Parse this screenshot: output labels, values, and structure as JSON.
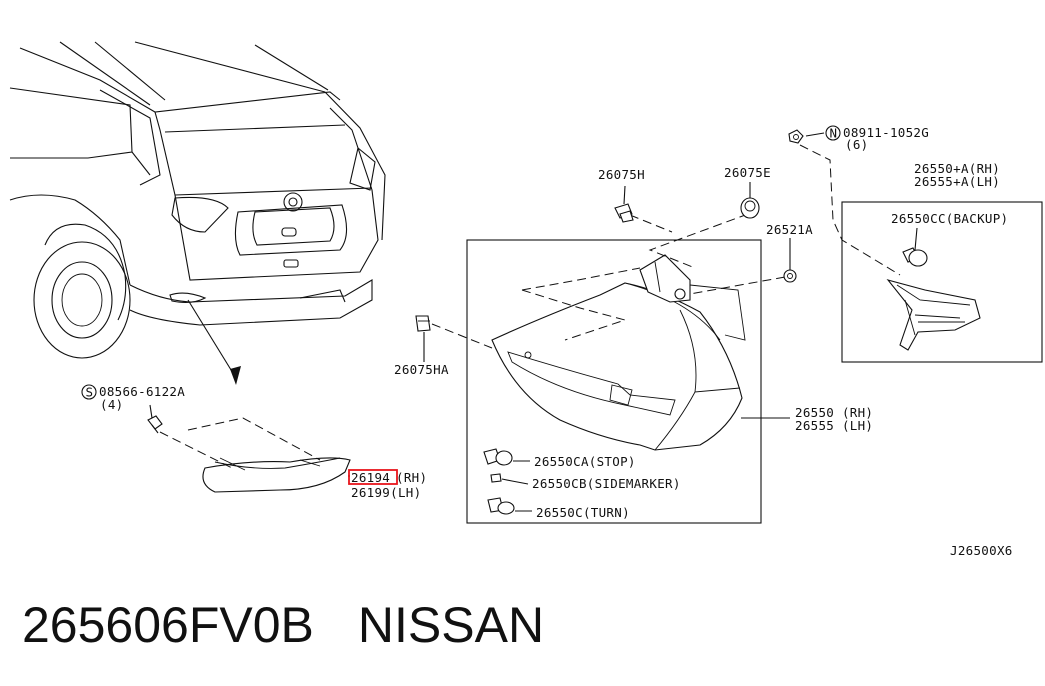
{
  "diagram": {
    "ref_code": "J26500X6",
    "callouts": {
      "bolt_top": "08911-1052G",
      "bolt_top_qty": "(6)",
      "bolt_top_symbol": "N",
      "screw_left": "08566-6122A",
      "screw_left_qty": "(4)",
      "screw_left_symbol": "S",
      "clip_h": "26075H",
      "clip_e": "26075E",
      "clip_ha": "26075HA",
      "nut_a": "26521A",
      "lamp_rh": "26550 (RH)",
      "lamp_lh": "26555 (LH)",
      "socket_stop": "26550CA(STOP)",
      "socket_sidemarker": "26550CB(SIDEMARKER)",
      "socket_turn": "26550C(TURN)",
      "backup_rh": "26550+A(RH)",
      "backup_lh": "26555+A(LH)",
      "backup_socket": "26550CC(BACKUP)",
      "reflector_rh_code": "26194",
      "reflector_rh_suffix": "(RH)",
      "reflector_lh": "26199(LH)"
    }
  },
  "caption": {
    "part_number": "265606FV0B",
    "brand": "NISSAN"
  },
  "colors": {
    "line": "#111111",
    "highlight": "#e8141b",
    "background": "#ffffff"
  }
}
